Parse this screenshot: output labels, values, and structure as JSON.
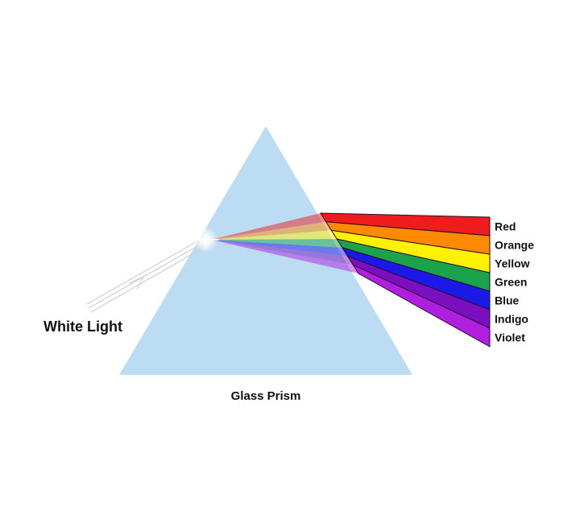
{
  "diagram": {
    "incident_label": "White Light",
    "prism_label": "Glass Prism",
    "spectrum": [
      {
        "label": "Red",
        "color": "#ee1c1c"
      },
      {
        "label": "Orange",
        "color": "#ff8a00"
      },
      {
        "label": "Yellow",
        "color": "#fff200"
      },
      {
        "label": "Green",
        "color": "#1aa34a"
      },
      {
        "label": "Blue",
        "color": "#1a1ae6"
      },
      {
        "label": "Indigo",
        "color": "#7a0fbf"
      },
      {
        "label": "Violet",
        "color": "#b01fe0"
      }
    ],
    "colors": {
      "prism": "#bcdcf3",
      "band_outline": "#2a0a2a",
      "ray": "#d9d9d9"
    }
  }
}
